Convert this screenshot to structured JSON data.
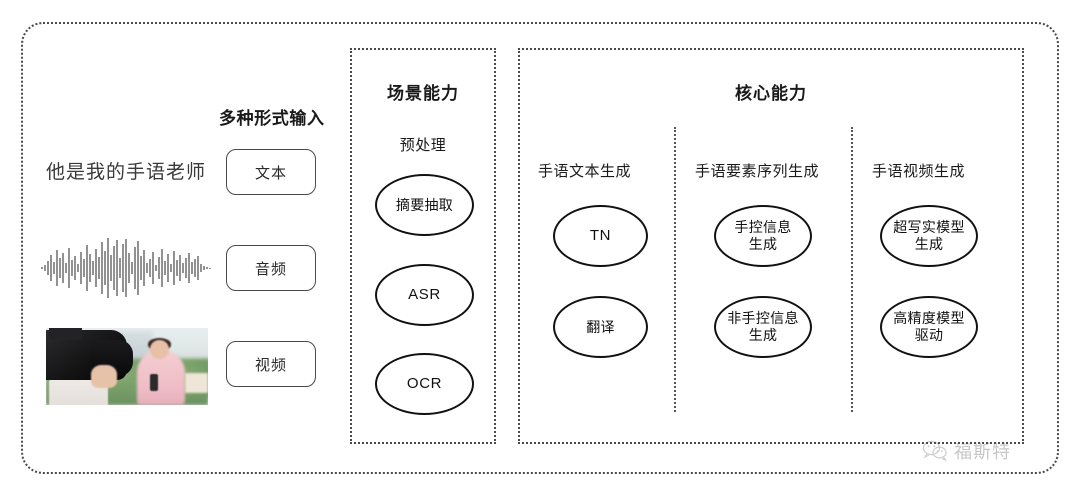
{
  "diagram": {
    "input_section": {
      "heading": "多种形式输入",
      "sample_sentence": "他是我的手语老师",
      "chips": [
        {
          "label": "文本"
        },
        {
          "label": "音频"
        },
        {
          "label": "视频"
        }
      ],
      "media": {
        "waveform_name": "audio-waveform",
        "video_thumbnail_name": "video-thumbnail"
      }
    },
    "scene_section": {
      "title": "场景能力",
      "groups": [
        {
          "label": "预处理",
          "nodes": [
            {
              "label": "摘要抽取",
              "script": "cjk"
            },
            {
              "label": "ASR",
              "script": "latin"
            },
            {
              "label": "OCR",
              "script": "latin"
            }
          ]
        }
      ]
    },
    "core_section": {
      "title": "核心能力",
      "groups": [
        {
          "label": "手语文本生成",
          "nodes": [
            {
              "label": "TN",
              "script": "latin"
            },
            {
              "label": "翻译",
              "script": "cjk"
            }
          ]
        },
        {
          "label": "手语要素序列生成",
          "nodes": [
            {
              "label": "手控信息\n生成",
              "script": "cjk"
            },
            {
              "label": "非手控信息\n生成",
              "script": "cjk"
            }
          ]
        },
        {
          "label": "手语视频生成",
          "nodes": [
            {
              "label": "超写实模型\n生成",
              "script": "cjk"
            },
            {
              "label": "高精度模型\n驱动",
              "script": "cjk"
            }
          ]
        }
      ]
    },
    "watermark": {
      "text": "福斯特",
      "icon": "wechat-icon"
    },
    "colors": {
      "frame_border": "#4a4a4a",
      "node_border": "#111111",
      "text": "#1a1a1a",
      "background": "#ffffff"
    }
  }
}
